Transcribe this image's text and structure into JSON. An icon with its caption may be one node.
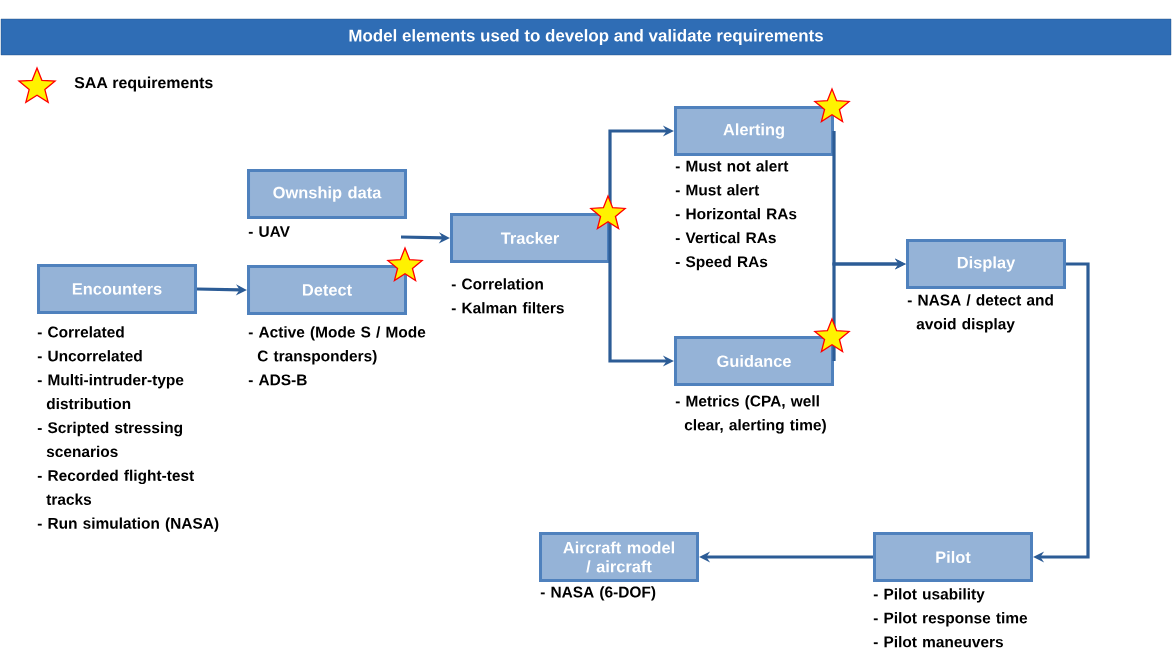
{
  "diagram": {
    "title": "Model elements used to develop and validate requirements",
    "nodes": [
      {
        "text": [
          "Encounters"
        ],
        "beside": [
          "- Correlated",
          "- Uncorrelated",
          "- Multi-intruder-type distribution",
          "- Scripted stressing scenarios",
          "- Recorded flight-test tracks",
          "- Run simulation (NASA)"
        ]
      },
      {
        "text": [
          "Ownship data"
        ],
        "beside": [
          "- UAV"
        ]
      },
      {
        "text": [
          "Detect"
        ],
        "beside": [
          "- Active (Mode S / Mode C transponders)",
          "- ADS-B"
        ]
      },
      {
        "text": [
          "Tracker"
        ],
        "beside": [
          "- Correlation",
          "- Kalman filters"
        ]
      },
      {
        "text": [
          "Alerting"
        ],
        "beside": [
          "- Must not alert",
          "- Must alert",
          "- Horizontal RAs",
          "- Vertical RAs",
          "- Speed RAs"
        ]
      },
      {
        "text": [
          "Guidance"
        ],
        "beside": [
          "- Metrics (CPA, well clear, alerting time)"
        ]
      },
      {
        "text": [
          "Display"
        ],
        "beside": [
          "- NASA / detect and avoid display"
        ]
      },
      {
        "text": [
          "Pilot"
        ],
        "beside": [
          "- Pilot usability",
          "- Pilot response time",
          "- Pilot maneuvers"
        ]
      },
      {
        "text": [
          "Aircraft model / aircraft"
        ],
        "beside": [
          "- NASA  (6-DOF)"
        ]
      }
    ],
    "edges": [
      {
        "from": 0,
        "to": 2,
        "arrow": "to"
      },
      {
        "from": 2,
        "to": 3,
        "arrow": "to"
      },
      {
        "from": 3,
        "to": 4,
        "arrow": "to"
      },
      {
        "from": 3,
        "to": 5,
        "arrow": "to"
      },
      {
        "from": 4,
        "to": 6,
        "arrow": "to"
      },
      {
        "from": 5,
        "to": 6,
        "arrow": "to"
      },
      {
        "from": 6,
        "to": 7,
        "arrow": "to"
      },
      {
        "from": 7,
        "to": 8,
        "arrow": "to"
      }
    ],
    "legend": [
      {
        "text": "SAA requirements"
      }
    ]
  }
}
